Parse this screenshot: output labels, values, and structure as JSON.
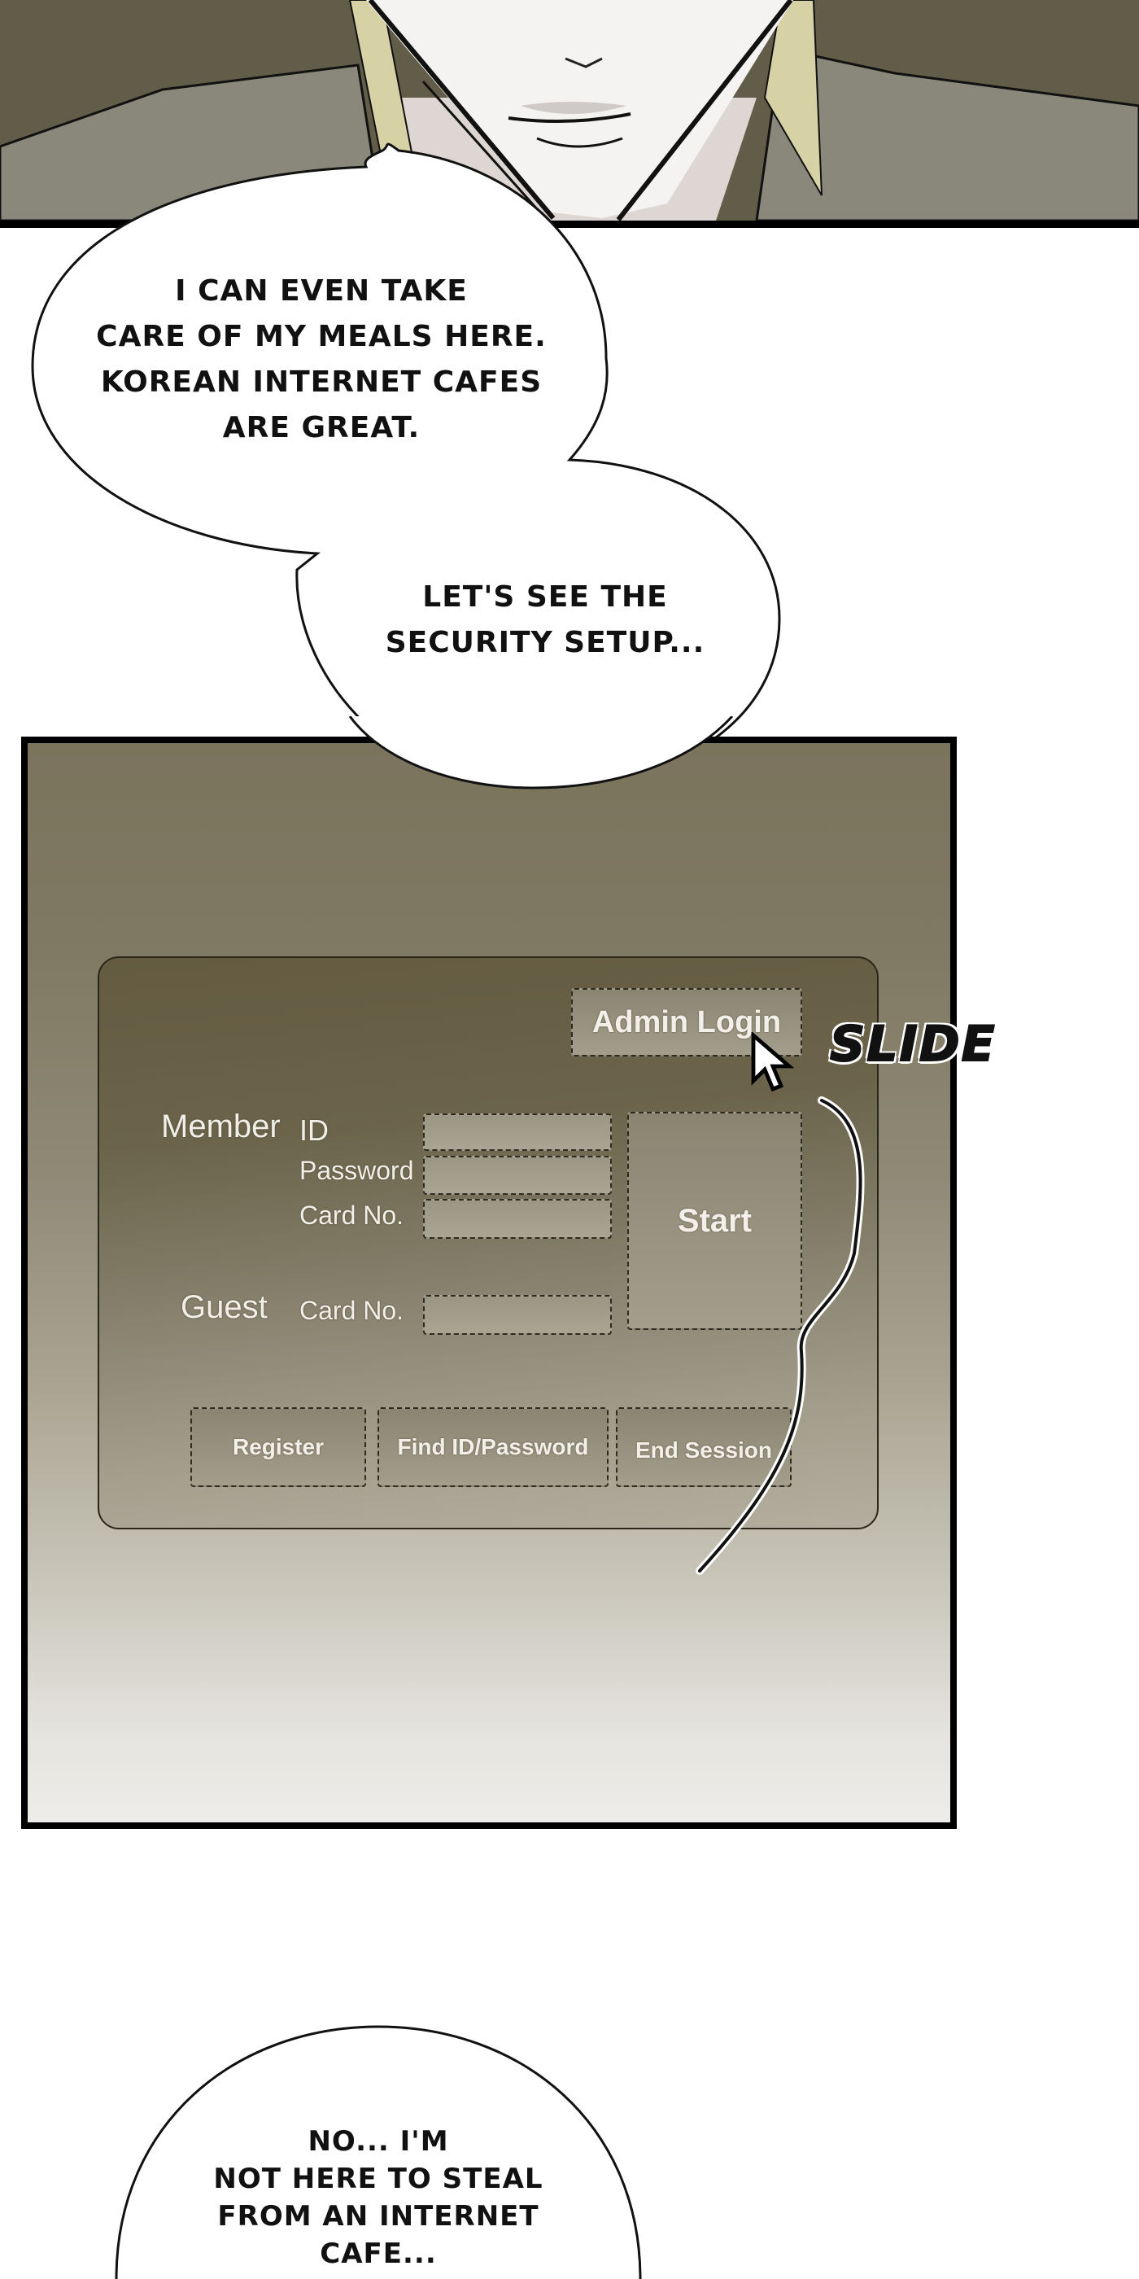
{
  "comic": {
    "bubbles": [
      {
        "lines": [
          "I CAN EVEN TAKE",
          "CARE OF MY MEALS HERE.",
          "KOREAN INTERNET CAFES",
          "ARE GREAT."
        ]
      },
      {
        "lines": [
          "LET'S SEE THE",
          "SECURITY SETUP..."
        ]
      },
      {
        "lines": [
          "NO... I'M",
          "NOT HERE TO STEAL",
          "FROM AN INTERNET",
          "CAFE..."
        ]
      }
    ],
    "sound_effect": "SLIDE"
  },
  "login_screen": {
    "admin_login_label": "Admin Login",
    "member": {
      "section_label": "Member",
      "id_label": "ID",
      "password_label": "Password",
      "card_label": "Card No.",
      "id_value": "",
      "password_value": "",
      "card_value": ""
    },
    "guest": {
      "section_label": "Guest",
      "card_label": "Card No.",
      "card_value": ""
    },
    "start_label": "Start",
    "buttons": {
      "register": "Register",
      "find": "Find ID/Password",
      "end_session": "End Session"
    },
    "cursor_icon": "mouse-pointer-arrow"
  },
  "colors": {
    "panel_border": "#000000",
    "login_text": "#f1efe7",
    "screen_top": "#7b745d",
    "screen_bottom": "#eeece9"
  }
}
